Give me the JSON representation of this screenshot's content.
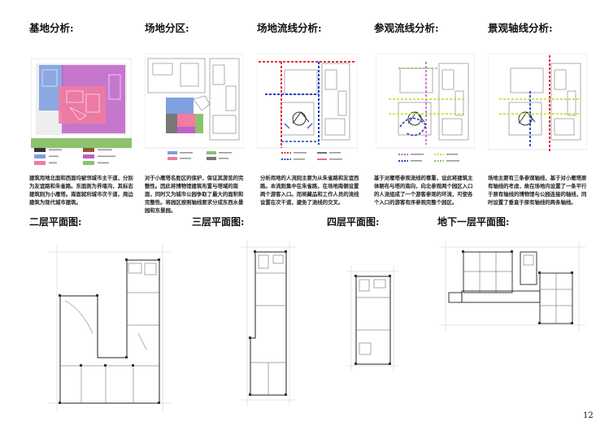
{
  "panels": [
    {
      "title": "基地分析:",
      "text": "建筑用地北面和西面均被邻城市主干道，分别为友谊路和朱雀路。东面则为界墙沟，其标志建筑则为小雁塔。南面就利城市次干道，周边建筑为现代城市建筑。"
    },
    {
      "title": "场地分区:",
      "text": "对于小雁塔名胜区的保护，保证其游览的完整性。因此将博物馆建筑布置与塔域的南面，同时又为城市公园争取了最大的面积和完整性。将园区按照轴线要求分成东西水景园和东景园。"
    },
    {
      "title": "场地流线分析:",
      "text": "分析用地的人流则主要为从朱雀路和友谊西路。本流则集中在朱雀路，在场地南侧设置两个游客入口。而将藏品和工作人员的流线设置在次干道，避免了流线的交叉。"
    },
    {
      "title": "参观流线分析:",
      "text": "基于对雁塔参观流线的尊重，设此将建筑主体朝布与塔的南向，向北参观两个园区入口的人流组成了一个游客参观的环流，可使各个入口的游客有序参观完整个园区。"
    },
    {
      "title": "景观轴线分析:",
      "text": "场地主要有三条参观轴线，基于对小雁塔原有轴线的考虑，故在场地内设置了一条平行于原有轴线的博物馆与公园连接的轴线，同时设置了垂直于原有轴线的两条轴线。"
    }
  ],
  "floors": [
    {
      "title": "二层平面图:"
    },
    {
      "title": "三层平面图:"
    },
    {
      "title": "四层平面图:"
    },
    {
      "title": "地下一层平面图:"
    }
  ],
  "colors": {
    "purple": "#c060c8",
    "blue": "#7fa0e0",
    "pink": "#f07ca0",
    "green": "#8cc26e",
    "red": "#e03040",
    "dark_blue": "#2040c0",
    "yellow_green": "#c8e040"
  },
  "page_number": "12"
}
